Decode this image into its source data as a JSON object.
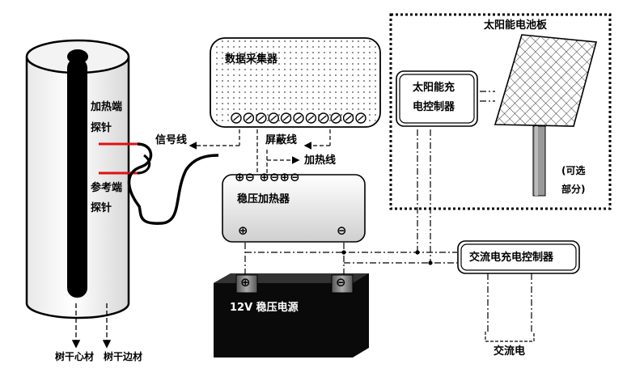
{
  "trunk": {
    "heating_probe": [
      "加热端",
      "探针"
    ],
    "reference_probe": [
      "参考端",
      "探针"
    ],
    "heartwood": "树干心材",
    "sapwood": "树干边材"
  },
  "logger": {
    "title": "数据采集器"
  },
  "wires": {
    "signal": "信号线",
    "shield": "屏蔽线",
    "heating": "加热线"
  },
  "heater": {
    "title": "稳压加热器",
    "plus": "⊕",
    "minus": "⊖",
    "terminals": "⊕⊖ ⊕⊖⊕⊖"
  },
  "battery": {
    "title": "12V 稳压电源",
    "plus": "⊕",
    "minus": "⊖"
  },
  "solar": {
    "panel": "太阳能电池板",
    "controller": [
      "太阳能充",
      "电控制器"
    ],
    "optional": [
      "(可选",
      "部分)"
    ]
  },
  "ac": {
    "controller": "交流电充电控制器",
    "source": "交流电"
  }
}
